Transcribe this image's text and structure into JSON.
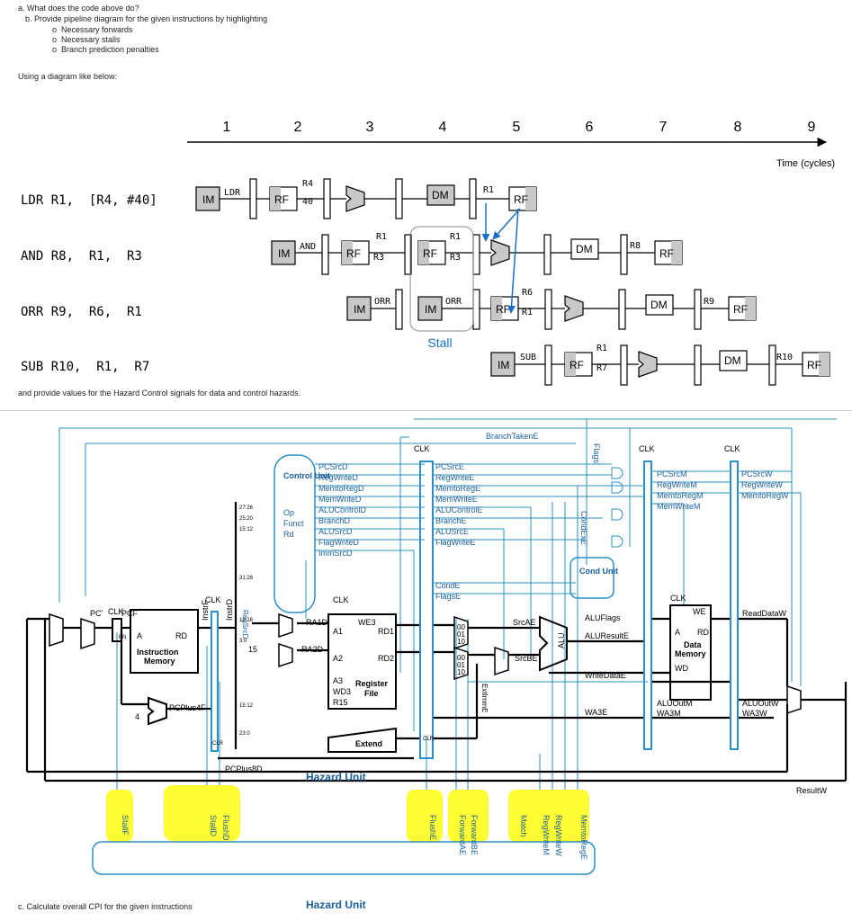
{
  "questions": {
    "a": "a. What does the code above do?",
    "b": "b. Provide pipeline diagram for the given instructions by highlighting",
    "bullets": [
      "Necessary forwards",
      "Necessary stalls",
      "Branch prediction penalties"
    ],
    "using": "Using a diagram like below:",
    "provide": "and provide values for the Hazard Control signals for data and control hazards.",
    "c": "c. Calculate overall CPI for the given instructions"
  },
  "pipeline": {
    "cycles": [
      "1",
      "2",
      "3",
      "4",
      "5",
      "6",
      "7",
      "8",
      "9"
    ],
    "time_label": "Time (cycles)",
    "instructions": [
      "LDR R1,  [R4, #40]",
      "AND R8,  R1,  R3",
      "ORR R9,  R6,  R1",
      "SUB R10,  R1,  R7"
    ],
    "stage_labels": {
      "im": "IM",
      "rf": "RF",
      "dm": "DM"
    },
    "reg_labels": {
      "ldr_op": "LDR",
      "ldr_r4": "R4",
      "ldr_40": "40",
      "ldr_r1": "R1",
      "and_op": "AND",
      "and_r1": "R1",
      "and_r3": "R3",
      "and_r1b": "R1",
      "and_r3b": "R3",
      "and_r8": "R8",
      "orr_op": "ORR",
      "orr_op2": "ORR",
      "orr_r6": "R6",
      "orr_r1": "R1",
      "orr_r9": "R9",
      "sub_op": "SUB",
      "sub_r1": "R1",
      "sub_r7": "R7",
      "sub_r10": "R10"
    },
    "stall_label": "Stall",
    "colors": {
      "stage_fill": "#c8c8c8",
      "forward_arrow": "#1a6fc4",
      "stall_text": "#1a6fc4"
    }
  },
  "datapath": {
    "clk": "CLK",
    "control_unit": "Control Unit",
    "control_inputs": [
      "Op",
      "Funct",
      "Rd"
    ],
    "control_outputs": [
      "PCSrcD",
      "RegWriteD",
      "MemtoRegD",
      "MemWriteD",
      "ALUControlD",
      "BranchD",
      "ALUSrcD",
      "FlagWriteD",
      "ImmSrcD"
    ],
    "e_signals": [
      "PCSrcE",
      "RegWriteE",
      "MemtoRegE",
      "MemWriteE",
      "ALUControlE",
      "BranchE",
      "ALUSrcE",
      "FlagWriteE",
      "CondE",
      "FlagsE"
    ],
    "m_signals": [
      "PCSrcM",
      "RegWriteM",
      "MemtoRegM",
      "MemWriteM"
    ],
    "w_signals": [
      "PCSrcW",
      "RegWriteW",
      "MemtoRegW"
    ],
    "branch_taken": "BranchTakenE",
    "flags_prime": "Flags'",
    "cond_ex": "CondExE",
    "cond_unit": "Cond Unit",
    "alu_flags": "ALUFlags",
    "instr_mem": [
      "A",
      "RD",
      "Instruction",
      "Memory"
    ],
    "reg_file": [
      "WE3",
      "A1",
      "RD1",
      "A2",
      "RD2",
      "A3",
      "WD3",
      "R15",
      "Register",
      "File"
    ],
    "ra1d": "RA1D",
    "ra2d": "RA2D",
    "data_mem": [
      "WE",
      "A",
      "RD",
      "Data",
      "Memory",
      "WD"
    ],
    "extend": "Extend",
    "alu": "ALU",
    "pc_labels": [
      "PC'",
      "PCF",
      "PCPlus4F",
      "PCPlus8D",
      "4"
    ],
    "instr_labels": [
      "InstrF",
      "InstrD"
    ],
    "bit_fields": [
      "27:26",
      "25:20",
      "15:12",
      "31:28",
      "19:16",
      "3:0",
      "15:12",
      "23:0"
    ],
    "reg_src_label": "RegSrcD",
    "num15": "15",
    "datapath_labels": {
      "srcae": "SrcAE",
      "srcbe": "SrcBE",
      "aluresulte": "ALUResultE",
      "writedatae": "WriteDataE",
      "wa3e": "WA3E",
      "aluoutm": "ALUOutM",
      "wa3m": "WA3M",
      "readdataw": "ReadDataW",
      "aluoutw": "ALUOutW",
      "wa3w": "WA3W",
      "resultw": "ResultW",
      "extimme": "ExtImmE"
    },
    "mux_labels": [
      "00",
      "01",
      "10"
    ],
    "en_label": "EN",
    "clr_label": "CLR",
    "hazard_signals": [
      "StallF",
      "StallD",
      "FlushD",
      "FlushE",
      "ForwardAE",
      "ForwardBE",
      "Match",
      "RegWriteM",
      "RegWriteW",
      "MemtoRegE"
    ],
    "hazard_unit": "Hazard Unit",
    "colors": {
      "wire": "#2a8fc4",
      "dark": "#000000",
      "highlight": "#ffff33",
      "unit_text": "#1a5f9c"
    }
  }
}
